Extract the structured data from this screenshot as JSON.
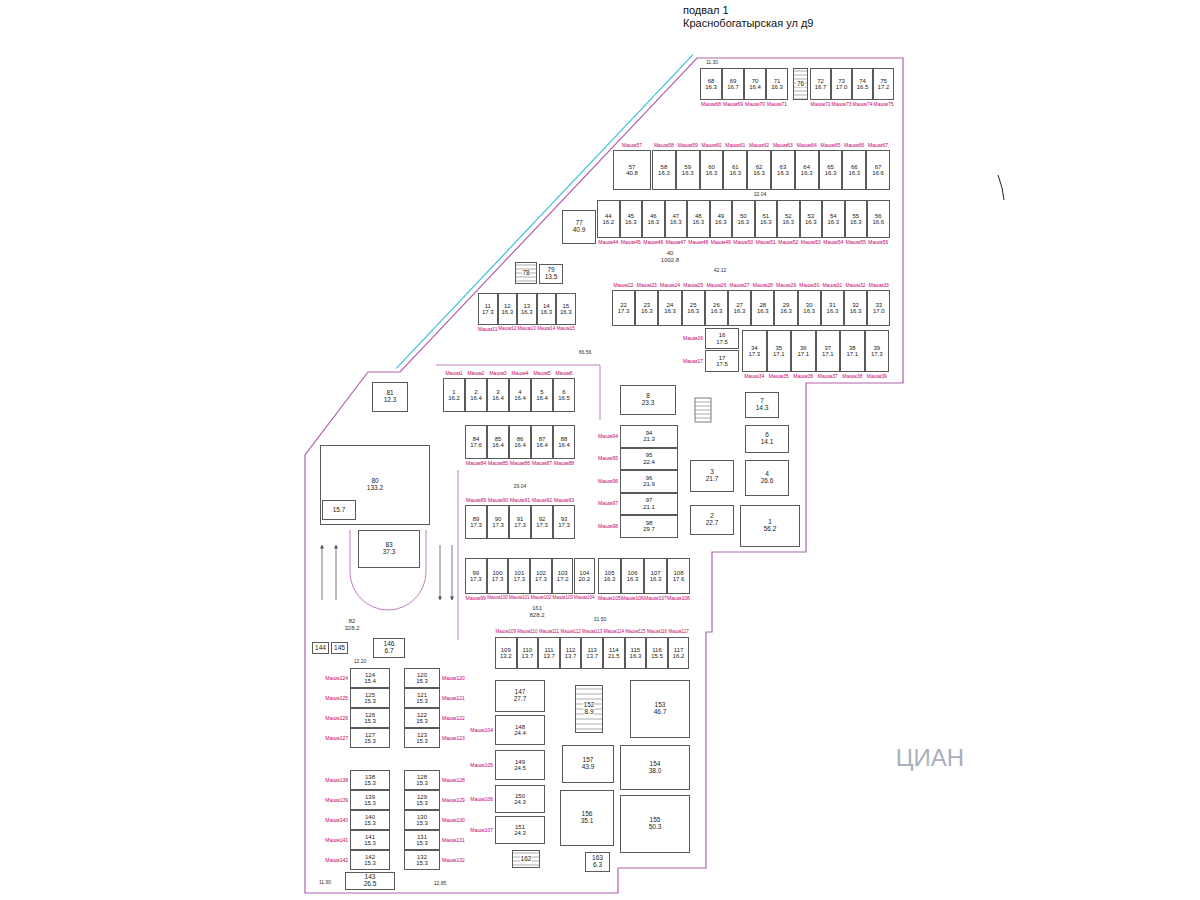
{
  "diagram": {
    "title": "подвал 1 Краснобогатырская ул д9",
    "nodes": [
      {
        "text": [
          "Машм68",
          "68",
          "16.3"
        ]
      },
      {
        "text": [
          "Машм69",
          "69",
          "16.7"
        ]
      },
      {
        "text": [
          "Машм70",
          "70",
          "16.4"
        ]
      },
      {
        "text": [
          "Машм71",
          "71",
          "16.3"
        ]
      },
      {
        "text": [
          "76"
        ]
      },
      {
        "text": [
          "Машм72",
          "72",
          "16.7"
        ]
      },
      {
        "text": [
          "Машм73",
          "73",
          "17.0"
        ]
      },
      {
        "text": [
          "Машм74",
          "74",
          "16.5"
        ]
      },
      {
        "text": [
          "Машм75",
          "75",
          "17.2"
        ]
      },
      {
        "text": [
          "Машм57",
          "57",
          "40.8"
        ]
      },
      {
        "text": [
          "Машм58",
          "58",
          "16.3"
        ]
      },
      {
        "text": [
          "Машм59",
          "59",
          "16.3"
        ]
      },
      {
        "text": [
          "Машм60",
          "60",
          "16.3"
        ]
      },
      {
        "text": [
          "Машм61",
          "61",
          "16.3"
        ]
      },
      {
        "text": [
          "Машм62",
          "62",
          "16.3"
        ]
      },
      {
        "text": [
          "Машм63",
          "63",
          "16.3"
        ]
      },
      {
        "text": [
          "Машм64",
          "64",
          "16.3"
        ]
      },
      {
        "text": [
          "Машм65",
          "65",
          "16.3"
        ]
      },
      {
        "text": [
          "Машм66",
          "66",
          "16.3"
        ]
      },
      {
        "text": [
          "Машм67",
          "67",
          "16.6"
        ]
      },
      {
        "text": [
          "Машм44",
          "44",
          "16.2"
        ]
      },
      {
        "text": [
          "Машм45",
          "45",
          "16.3"
        ]
      },
      {
        "text": [
          "Машм46",
          "46",
          "16.3"
        ]
      },
      {
        "text": [
          "Машм47",
          "47",
          "16.3"
        ]
      },
      {
        "text": [
          "Машм48",
          "48",
          "16.3"
        ]
      },
      {
        "text": [
          "Машм49",
          "49",
          "16.3"
        ]
      },
      {
        "text": [
          "Машм50",
          "50",
          "16.3"
        ]
      },
      {
        "text": [
          "Машм51",
          "51",
          "16.3"
        ]
      },
      {
        "text": [
          "Машм52",
          "52",
          "16.3"
        ]
      },
      {
        "text": [
          "Машм53",
          "53",
          "16.3"
        ]
      },
      {
        "text": [
          "Машм54",
          "54",
          "16.3"
        ]
      },
      {
        "text": [
          "Машм55",
          "55",
          "16.3"
        ]
      },
      {
        "text": [
          "Машм56",
          "56",
          "16.6"
        ]
      },
      {
        "text": [
          "77",
          "40.9"
        ]
      },
      {
        "text": [
          "78"
        ]
      },
      {
        "text": [
          "79",
          "13.5"
        ]
      },
      {
        "text": [
          "Машм11",
          "11",
          "17.3"
        ]
      },
      {
        "text": [
          "Машм12",
          "12",
          "16.3"
        ]
      },
      {
        "text": [
          "Машм13",
          "13",
          "16.3"
        ]
      },
      {
        "text": [
          "Машм14",
          "14",
          "16.3"
        ]
      },
      {
        "text": [
          "Машм15",
          "15",
          "16.3"
        ]
      },
      {
        "text": [
          "Машм22",
          "22",
          "17.3"
        ]
      },
      {
        "text": [
          "Машм23",
          "23",
          "16.3"
        ]
      },
      {
        "text": [
          "Машм24",
          "24",
          "16.3"
        ]
      },
      {
        "text": [
          "Машм25",
          "25",
          "16.3"
        ]
      },
      {
        "text": [
          "Машм26",
          "26",
          "16.3"
        ]
      },
      {
        "text": [
          "Машм27",
          "27",
          "16.3"
        ]
      },
      {
        "text": [
          "Машм28",
          "28",
          "16.3"
        ]
      },
      {
        "text": [
          "Машм29",
          "29",
          "16.3"
        ]
      },
      {
        "text": [
          "Машм30",
          "30",
          "16.3"
        ]
      },
      {
        "text": [
          "Машм31",
          "31",
          "16.3"
        ]
      },
      {
        "text": [
          "Машм32",
          "32",
          "16.3"
        ]
      },
      {
        "text": [
          "Машм33",
          "33",
          "17.0"
        ]
      },
      {
        "text": [
          "Машм16",
          "16",
          "17.5"
        ]
      },
      {
        "text": [
          "Машм17",
          "17",
          "17.5"
        ]
      },
      {
        "text": [
          "Машм34",
          "34",
          "17.3"
        ]
      },
      {
        "text": [
          "Машм35",
          "35",
          "17.1"
        ]
      },
      {
        "text": [
          "Машм36",
          "36",
          "17.1"
        ]
      },
      {
        "text": [
          "Машм37",
          "37",
          "17.1"
        ]
      },
      {
        "text": [
          "Машм38",
          "38",
          "17.1"
        ]
      },
      {
        "text": [
          "Машм39",
          "39",
          "17.3"
        ]
      },
      {
        "text": [
          "81",
          "12.3"
        ]
      },
      {
        "text": [
          "Машм1",
          "1",
          "16.2"
        ]
      },
      {
        "text": [
          "Машм2",
          "2",
          "16.4"
        ]
      },
      {
        "text": [
          "Машм3",
          "3",
          "16.4"
        ]
      },
      {
        "text": [
          "Машм4",
          "4",
          "16.4"
        ]
      },
      {
        "text": [
          "Машм5",
          "5",
          "16.4"
        ]
      },
      {
        "text": [
          "Машм6",
          "6",
          "16.5"
        ]
      },
      {
        "text": [
          "8",
          "23.3"
        ]
      },
      {
        "text": [
          "7",
          "14.3"
        ]
      },
      {
        "text": [
          "6",
          "14.1"
        ]
      },
      {
        "text": [
          "Машм84",
          "84",
          "17.6"
        ]
      },
      {
        "text": [
          "Машм85",
          "85",
          "16.4"
        ]
      },
      {
        "text": [
          "Машм86",
          "86",
          "16.4"
        ]
      },
      {
        "text": [
          "Машм87",
          "87",
          "16.4"
        ]
      },
      {
        "text": [
          "Машм88",
          "88",
          "16.4"
        ]
      },
      {
        "text": [
          "Машм94",
          "94",
          "21.3"
        ]
      },
      {
        "text": [
          "Машм95",
          "95",
          "22.4"
        ]
      },
      {
        "text": [
          "Машм96",
          "96",
          "21.9"
        ]
      },
      {
        "text": [
          "Машм97",
          "97",
          "21.1"
        ]
      },
      {
        "text": [
          "Машм98",
          "98",
          "29.7"
        ]
      },
      {
        "text": [
          "3",
          "21.7"
        ]
      },
      {
        "text": [
          "4",
          "26.6"
        ]
      },
      {
        "text": [
          "80",
          "133.2"
        ]
      },
      {
        "text": [
          "15.7"
        ],
        "in": 83
      },
      {
        "text": [
          "Машм89",
          "89",
          "17.3"
        ]
      },
      {
        "text": [
          "Машм90",
          "90",
          "17.3"
        ]
      },
      {
        "text": [
          "Машм91",
          "91",
          "17.3"
        ]
      },
      {
        "text": [
          "Машм92",
          "92",
          "17.3"
        ]
      },
      {
        "text": [
          "Машм93",
          "93",
          "17.3"
        ]
      },
      {
        "text": [
          "2",
          "22.7"
        ]
      },
      {
        "text": [
          "1",
          "56.2"
        ]
      },
      {
        "text": [
          "83",
          "37.3"
        ]
      },
      {
        "text": [
          "Машм99",
          "99",
          "17.3"
        ]
      },
      {
        "text": [
          "Машм100",
          "100",
          "17.3"
        ]
      },
      {
        "text": [
          "Машм101",
          "101",
          "17.3"
        ]
      },
      {
        "text": [
          "Машм102",
          "102",
          "17.3"
        ]
      },
      {
        "text": [
          "Машм103",
          "103",
          "17.2"
        ]
      },
      {
        "text": [
          "Машм104",
          "104",
          "20.2"
        ]
      },
      {
        "text": [
          "Машм105",
          "105",
          "16.3"
        ]
      },
      {
        "text": [
          "Машм106",
          "106",
          "16.3"
        ]
      },
      {
        "text": [
          "Машм107",
          "107",
          "16.3"
        ]
      },
      {
        "text": [
          "Машм108",
          "108",
          "17.6"
        ]
      },
      {
        "text": [
          "144"
        ]
      },
      {
        "text": [
          "145"
        ]
      },
      {
        "text": [
          "146",
          "6.7"
        ]
      },
      {
        "text": [
          "Машм109",
          "109",
          "13.2"
        ]
      },
      {
        "text": [
          "Машм110",
          "110",
          "13.7"
        ]
      },
      {
        "text": [
          "Машм111",
          "111",
          "13.7"
        ]
      },
      {
        "text": [
          "Машм112",
          "112",
          "13.7"
        ]
      },
      {
        "text": [
          "Машм113",
          "113",
          "13.7"
        ]
      },
      {
        "text": [
          "Машм114",
          "114",
          "21.5"
        ]
      },
      {
        "text": [
          "Машм115",
          "115",
          "16.3"
        ]
      },
      {
        "text": [
          "Машм116",
          "116",
          "15.5"
        ]
      },
      {
        "text": [
          "Машм117",
          "117",
          "16.2"
        ]
      },
      {
        "text": [
          "Машм124",
          "124",
          "15.4"
        ]
      },
      {
        "text": [
          "Машм125",
          "125",
          "15.3"
        ]
      },
      {
        "text": [
          "Машм126",
          "126",
          "15.3"
        ]
      },
      {
        "text": [
          "Машм127",
          "127",
          "15.3"
        ]
      },
      {
        "text": [
          "Машм120",
          "120",
          "15.3"
        ]
      },
      {
        "text": [
          "Машм121",
          "121",
          "15.3"
        ]
      },
      {
        "text": [
          "Машм122",
          "122",
          "15.3"
        ]
      },
      {
        "text": [
          "Машм123",
          "123",
          "15.3"
        ]
      },
      {
        "text": [
          "147",
          "27.7"
        ]
      },
      {
        "text": [
          "Машм104",
          "148",
          "24.4"
        ]
      },
      {
        "text": [
          "Машм105",
          "149",
          "24.5"
        ]
      },
      {
        "text": [
          "Машм106",
          "150",
          "24.3"
        ]
      },
      {
        "text": [
          "Машм107",
          "151",
          "24.3"
        ]
      },
      {
        "text": [
          "152",
          "8.9"
        ]
      },
      {
        "text": [
          "153",
          "46.7"
        ]
      },
      {
        "text": [
          "157",
          "43.9"
        ]
      },
      {
        "text": [
          "154",
          "38.0"
        ]
      },
      {
        "text": [
          "156",
          "35.1"
        ]
      },
      {
        "text": [
          "155",
          "50.3"
        ]
      },
      {
        "text": [
          "Машм138",
          "138",
          "15.3"
        ]
      },
      {
        "text": [
          "Машм139",
          "139",
          "15.3"
        ]
      },
      {
        "text": [
          "Машм140",
          "140",
          "15.3"
        ]
      },
      {
        "text": [
          "Машм141",
          "141",
          "15.3"
        ]
      },
      {
        "text": [
          "Машм142",
          "142",
          "15.3"
        ]
      },
      {
        "text": [
          "Машм128",
          "128",
          "15.3"
        ]
      },
      {
        "text": [
          "Машм129",
          "129",
          "15.3"
        ]
      },
      {
        "text": [
          "Машм130",
          "130",
          "15.3"
        ]
      },
      {
        "text": [
          "Машм131",
          "131",
          "15.3"
        ]
      },
      {
        "text": [
          "Машм132",
          "132",
          "15.3"
        ]
      },
      {
        "text": [
          "143",
          "26.5"
        ]
      },
      {
        "text": [
          "162"
        ]
      },
      {
        "text": [
          "163",
          "6.3"
        ]
      }
    ],
    "labels": [
      "40",
      "1002.8",
      "161",
      "828.2",
      "82",
      "328.2",
      "11.30",
      "32.04",
      "42.12",
      "66.56",
      "29.04",
      "31.50",
      "12.20",
      "11.90",
      "12.85",
      "ЦИАН"
    ]
  }
}
